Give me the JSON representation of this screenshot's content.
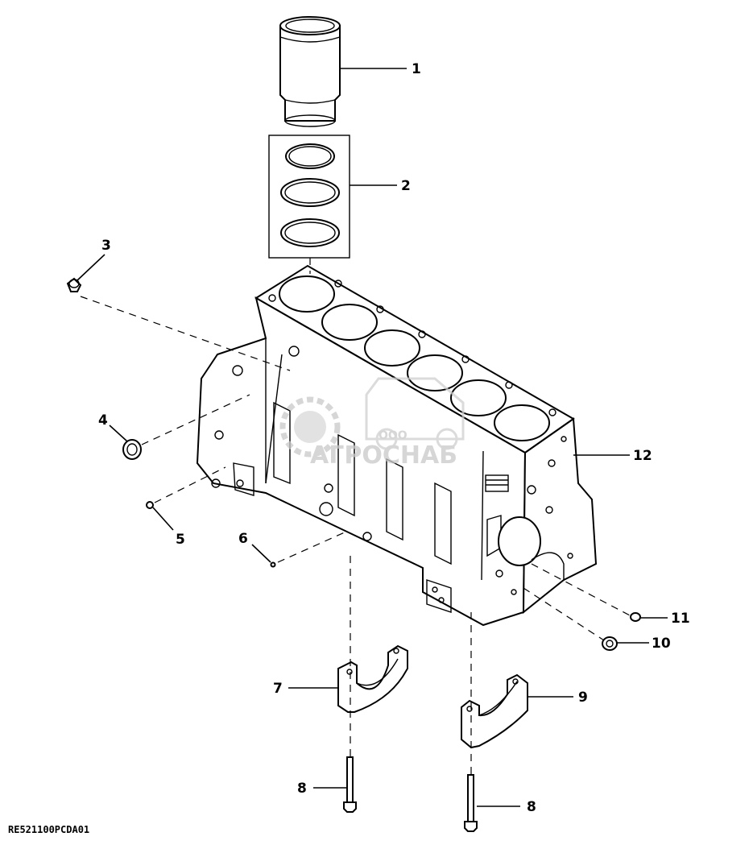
{
  "callouts": {
    "c1": "1",
    "c2": "2",
    "c3": "3",
    "c4": "4",
    "c5": "5",
    "c6": "6",
    "c7": "7",
    "c8a": "8",
    "c8b": "8",
    "c9": "9",
    "c10": "10",
    "c11": "11",
    "c12": "12"
  },
  "reference_code": "RE521100PCDA01",
  "watermark": {
    "small": "ООО",
    "large": "АГРОСНАБ"
  }
}
